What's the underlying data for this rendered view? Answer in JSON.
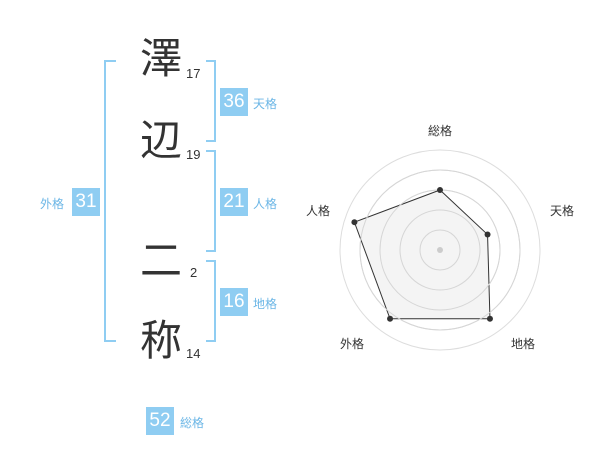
{
  "name": {
    "characters": [
      {
        "char": "澤",
        "strokes": "17"
      },
      {
        "char": "辺",
        "strokes": "19"
      },
      {
        "char": "二",
        "strokes": "2"
      },
      {
        "char": "称",
        "strokes": "14"
      }
    ]
  },
  "scores": {
    "tenkaku": {
      "value": "36",
      "label": "天格"
    },
    "jinkaku": {
      "value": "21",
      "label": "人格"
    },
    "chikaku": {
      "value": "16",
      "label": "地格"
    },
    "gaikaku": {
      "value": "31",
      "label": "外格"
    },
    "soukaku": {
      "value": "52",
      "label": "総格"
    }
  },
  "chart_data": {
    "type": "radar",
    "axes": [
      "総格",
      "天格",
      "地格",
      "外格",
      "人格"
    ],
    "values": [
      0.6,
      0.5,
      0.85,
      0.85,
      0.9
    ],
    "range": [
      0,
      1
    ],
    "rings": 5,
    "colors": {
      "fill": "#f2f2f2",
      "line": "#333333",
      "point": "#333333",
      "ring": "#dddddd"
    }
  }
}
